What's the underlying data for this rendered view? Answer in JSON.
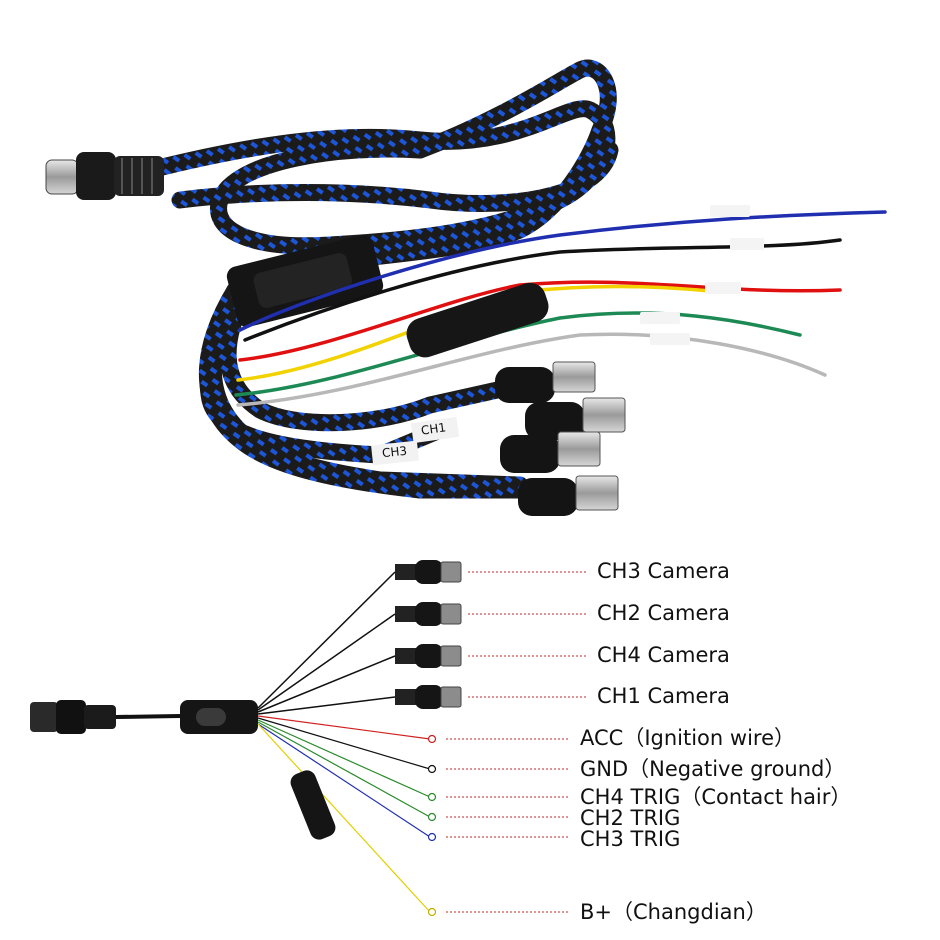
{
  "photo": {
    "cable_tags": [
      "CH1",
      "CH3"
    ],
    "colors": {
      "braid": "#1b1b1b",
      "braid_accent": "#1d56d8",
      "wire_blue": "#1f2fb0",
      "wire_black": "#111111",
      "wire_red": "#e01010",
      "wire_yellow": "#f2d200",
      "wire_green": "#1d8a55",
      "wire_gray": "#b8b8b8",
      "connector_metal": "#c8c8c8"
    }
  },
  "diagram": {
    "camera_labels": [
      "CH3 Camera",
      "CH2 Camera",
      "CH4 Camera",
      "CH1 Camera"
    ],
    "wire_labels": [
      "ACC（Ignition wire）",
      "GND（Negative ground）",
      "CH4 TRIG（Contact hair）",
      "CH2 TRIG",
      "CH3 TRIG",
      "B+（Changdian）"
    ],
    "leader_color": "#c0282d"
  }
}
